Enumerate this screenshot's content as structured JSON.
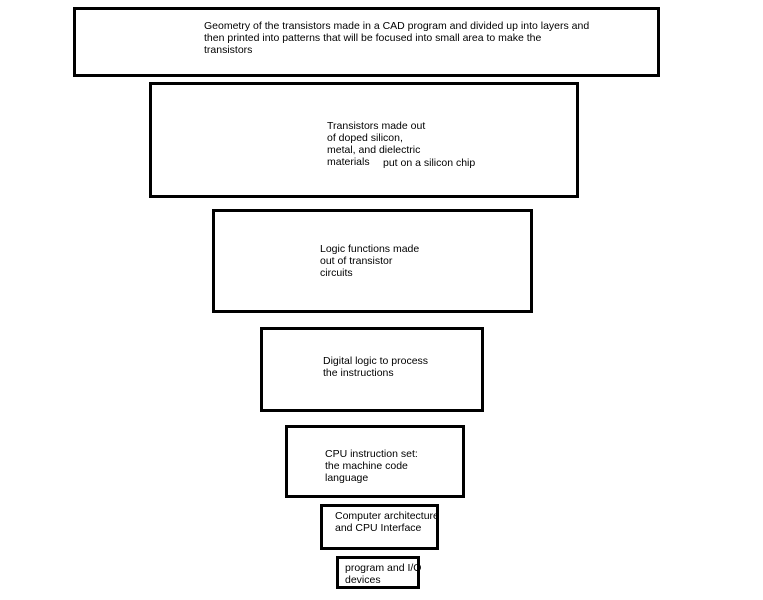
{
  "diagram": {
    "levels": [
      {
        "id": "geometry",
        "text": "Geometry of the transistors made in a CAD program and divided up into layers and\nthen printed into patterns that will be focused into small area to make the\ntransistors"
      },
      {
        "id": "transistors",
        "text": "Transistors made out\nof doped silicon,\nmetal, and dielectric\nmaterials",
        "text_extra": "put on a silicon chip"
      },
      {
        "id": "logic-functions",
        "text": "Logic functions made\nout of transistor\ncircuits"
      },
      {
        "id": "digital-logic",
        "text": "Digital logic to process\nthe instructions"
      },
      {
        "id": "cpu-instruction-set",
        "text": "CPU instruction set:\nthe machine code\nlanguage"
      },
      {
        "id": "computer-architecture",
        "text": "Computer architecture\nand CPU Interface"
      },
      {
        "id": "program-io",
        "text": "program and I/O\ndevices"
      }
    ]
  }
}
